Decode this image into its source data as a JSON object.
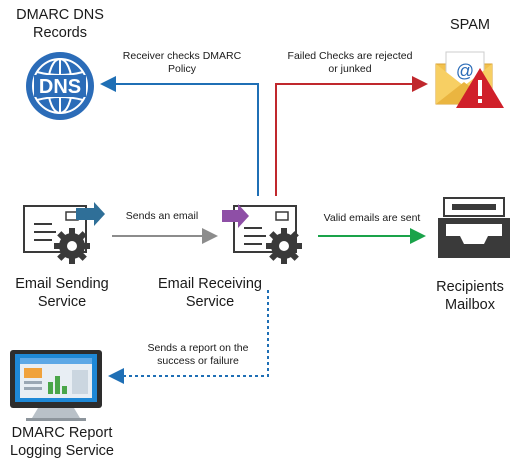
{
  "nodes": {
    "dns": {
      "line1": "DMARC DNS",
      "line2": "Records",
      "icon": "dns-globe-icon",
      "badge": "DNS"
    },
    "spam": {
      "line1": "SPAM",
      "icon": "spam-envelope-warning-icon"
    },
    "sender": {
      "line1": "Email Sending",
      "line2": "Service",
      "icon": "email-gear-icon"
    },
    "receiver": {
      "line1": "Email Receiving",
      "line2": "Service",
      "icon": "email-gear-icon"
    },
    "mailbox": {
      "line1": "Recipients",
      "line2": "Mailbox",
      "icon": "mailbox-tray-icon"
    },
    "report": {
      "line1": "DMARC Report",
      "line2": "Logging Service",
      "icon": "monitor-dashboard-icon"
    }
  },
  "edges": {
    "dmarc_check": {
      "line1": "Receiver checks DMARC",
      "line2": "Policy",
      "color": "#1f6fb5"
    },
    "rejected": {
      "line1": "Failed Checks are rejected",
      "line2": "or junked",
      "color": "#c0282d"
    },
    "send": {
      "line1": "Sends an email",
      "color": "#8c8c8c"
    },
    "valid": {
      "line1": "Valid emails are sent",
      "color": "#1aa34a"
    },
    "report": {
      "line1": "Sends a report on the",
      "line2": "success or failure",
      "color": "#1f6fb5"
    }
  },
  "colors": {
    "arrow_sender": "#2f6f98",
    "arrow_receiver": "#8e4fa6",
    "gear": "#3a3a3a",
    "globe": "#2b6cb8",
    "spam_envelope": "#f2c14e",
    "warning": "#d0202a"
  }
}
